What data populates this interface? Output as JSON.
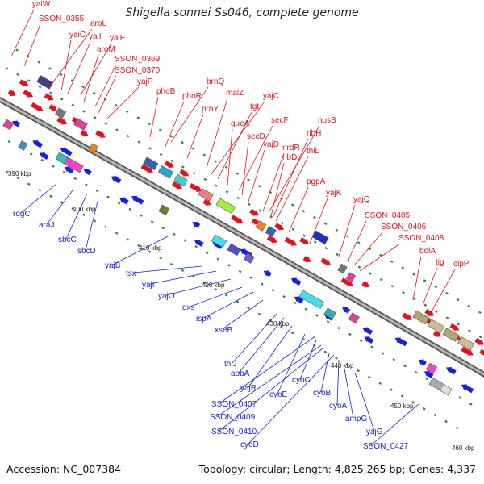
{
  "header": {
    "title": "Shigella sonnei Ss046, complete genome"
  },
  "footer": {
    "accession": "Accession: NC_007384",
    "summary": "Topology: circular; Length: 4,825,265 bp; Genes: 4,337"
  },
  "colors": {
    "forward": "#e8101a",
    "reverse": "#1520e0",
    "backbone": "#8a8a8a",
    "tick": "#2e8b2e"
  },
  "scale": [
    "390 kbp",
    "400 kbp",
    "410 kbp",
    "420 kbp",
    "430 kbp",
    "440 kbp",
    "450 kbp",
    "460 kbp"
  ],
  "forward_labels": [
    "yaiW",
    "SSON_0355",
    "aroL",
    "yaiC",
    "yaiI",
    "yaiE",
    "aroM",
    "SSON_0369",
    "SSON_0370",
    "yajF",
    "brnQ",
    "phoB",
    "phoR",
    "proY",
    "malZ",
    "yajC",
    "tgt",
    "queA",
    "secF",
    "secD",
    "nusB",
    "yajD",
    "ribH",
    "nrdR",
    "thiL",
    "ribD",
    "pgpA",
    "yajK",
    "yajQ",
    "SSON_0405",
    "SSON_0406",
    "SSON_0408",
    "bolA",
    "tig",
    "clpP"
  ],
  "reverse_labels": [
    "rdgC",
    "araJ",
    "sbcC",
    "sbcD",
    "yajB",
    "tsx",
    "yajI",
    "yajO",
    "dxs",
    "ispA",
    "xseB",
    "thiJ",
    "apbA",
    "yajR",
    "SSON_0407",
    "cyoE",
    "cyoC",
    "SSON_0409",
    "cyoB",
    "SSON_0410",
    "cyoA",
    "ampG",
    "cyoD",
    "yajG",
    "SSON_0427"
  ]
}
